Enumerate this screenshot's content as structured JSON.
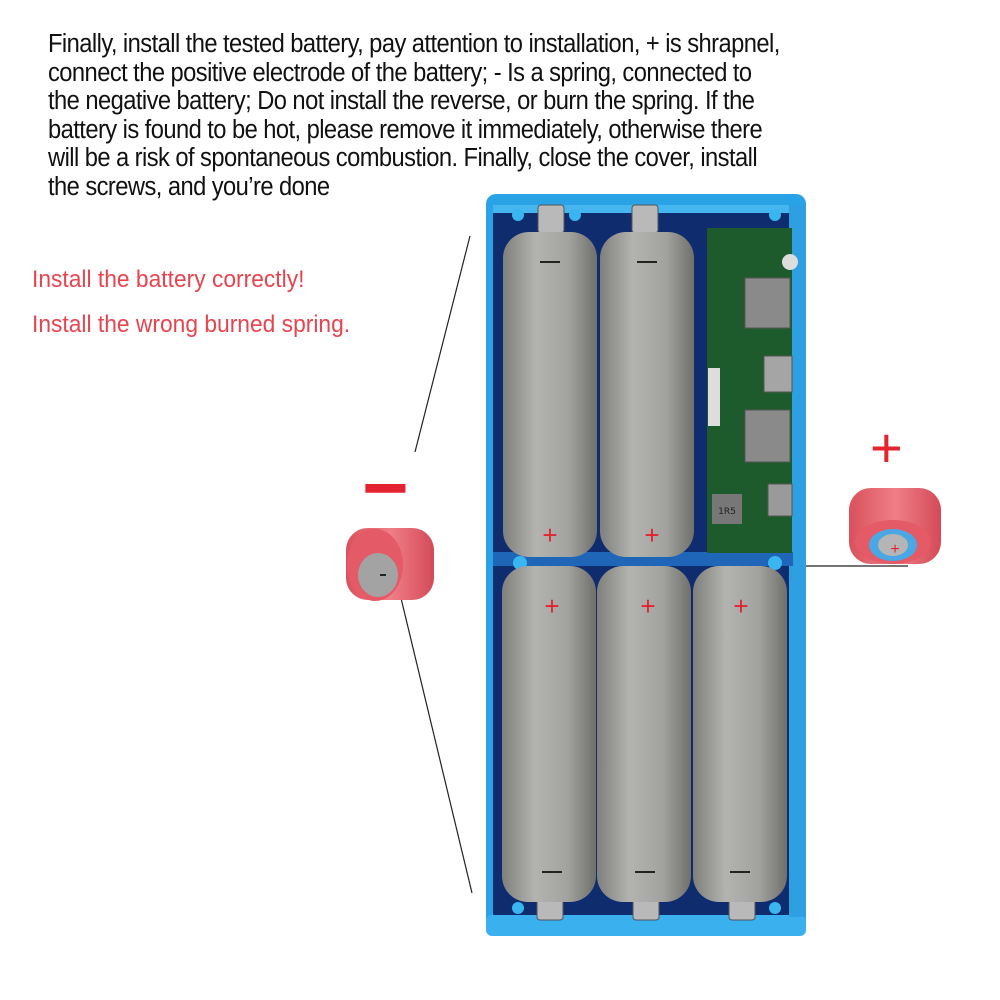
{
  "instructions": {
    "lines": [
      "Finally, install the tested battery, pay attention to installation, + is shrapnel,",
      "connect the positive electrode of the battery; - Is a spring, connected to",
      "the negative battery; Do not install the reverse, or burn the spring. If the",
      "battery is found to be hot, please remove it immediately, otherwise there",
      "will be a risk of spontaneous combustion. Finally, close the cover, install",
      "the screws, and you’re done"
    ]
  },
  "notes": {
    "correct": "Install the battery correctly!",
    "wrong": "Install the wrong burned spring."
  },
  "callouts": {
    "negative_sign": "−",
    "positive_sign": "+"
  },
  "pcb": {
    "inductor_label": "1R5"
  },
  "colors": {
    "case_blue": "#2aa3e6",
    "note_red": "#e8444f",
    "battery_gray": "#9b9b98",
    "cell_pink": "#e6606b"
  }
}
